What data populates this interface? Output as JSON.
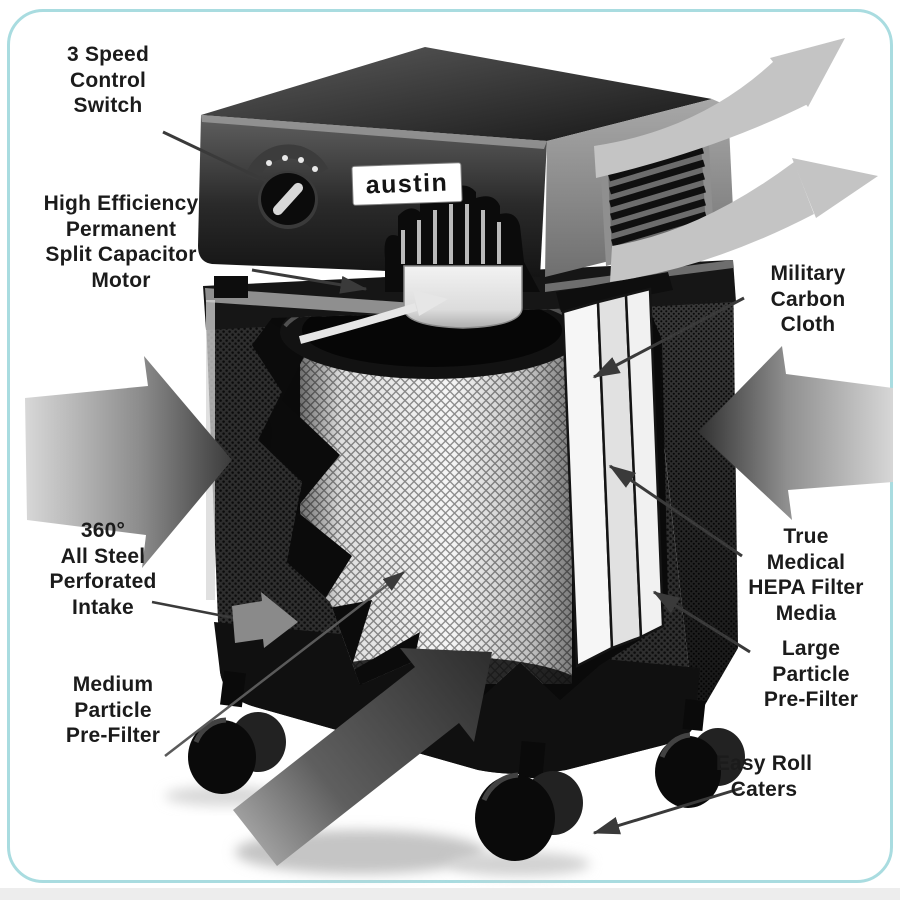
{
  "frame": {
    "border_color": "#a9dce0",
    "background": "#ffffff"
  },
  "product": {
    "brand_badge": "austin"
  },
  "labels": {
    "speed_switch": "3 Speed\nControl\nSwitch",
    "motor": "High Efficiency\nPermanent\nSplit Capacitor\nMotor",
    "intake": "360°\nAll Steel\nPerforated\nIntake",
    "medium_prefilter": "Medium\nParticle\nPre-Filter",
    "carbon_cloth": "Military\nCarbon\nCloth",
    "hepa_media": "True\nMedical\nHEPA Filter\nMedia",
    "large_prefilter": "Large\nParticle\nPre-Filter",
    "casters": "Easy Roll\nCaters"
  },
  "colors": {
    "housing_black": "#1a1a1a",
    "airflow_arrow_gray": "#8f8f8f",
    "label_text": "#1b1b1b"
  }
}
